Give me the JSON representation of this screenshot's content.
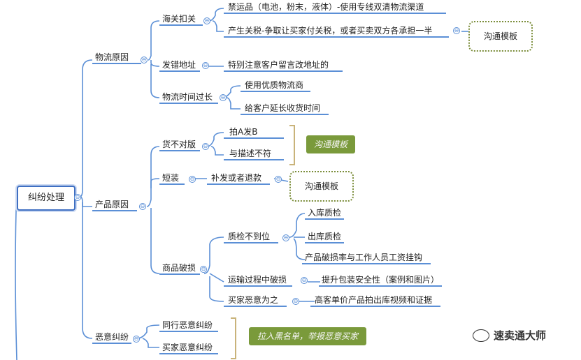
{
  "root": "纠纷处理",
  "branches": {
    "logistics": {
      "label": "物流原因",
      "customs": "海关扣关",
      "customs_items": [
        "禁运品（电池，粉末，液体）-使用专线双清物流渠道",
        "产生关税-争取让买家付关税，或者买卖双方各承担一半"
      ],
      "wrong_address": "发错地址",
      "wrong_address_item": "特别注意客户留言改地址的",
      "long_time": "物流时间过长",
      "long_time_items": [
        "使用优质物流商",
        "给客户延长收货时间"
      ],
      "template": "沟通模板"
    },
    "product": {
      "label": "产品原因",
      "mismatch": "货不对版",
      "mismatch_items": [
        "拍A发B",
        "与描述不符"
      ],
      "mismatch_template": "沟通模板",
      "short": "短装",
      "short_item": "补发或者退款",
      "short_template": "沟通模板",
      "damaged": "商品破损",
      "qc": "质检不到位",
      "qc_items": [
        "入库质检",
        "出库质检",
        "产品破损率与工作人员工资挂钩"
      ],
      "transport": "运输过程中破损",
      "transport_item": "提升包装安全性（案例和图片）",
      "malicious_buyer": "买家恶意为之",
      "malicious_buyer_item": "高客单价产品拍出库视频和证据"
    },
    "malicious": {
      "label": "恶意纠纷",
      "items": [
        "同行恶意纠纷",
        "买家恶意纠纷"
      ],
      "action": "拉入黑名单，举报恶意买家"
    }
  },
  "collapse_symbol": "⊖",
  "watermark": "速卖通大师",
  "colors": {
    "line": "#5b8fd6",
    "root_border": "#3f6fc2",
    "green": "#7a9a3b",
    "dotted": "#7b8d3a",
    "brace": "#c9b37a"
  }
}
